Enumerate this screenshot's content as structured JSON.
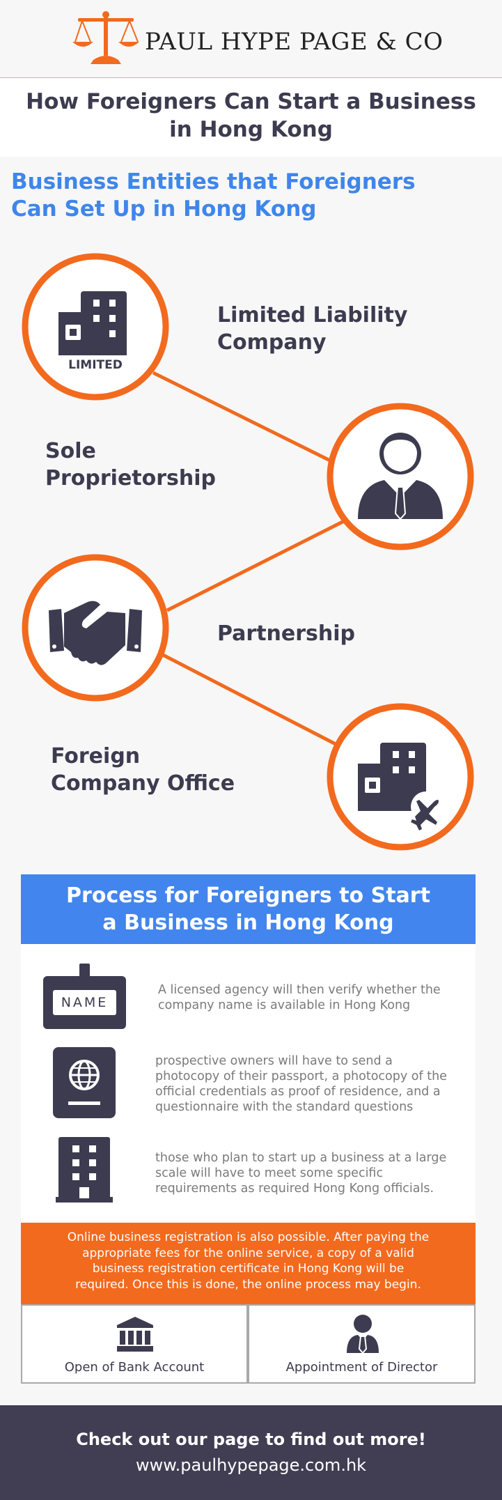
{
  "header": {
    "brand": "PAUL HYPE PAGE & CO"
  },
  "page": {
    "title_line1": "How Foreigners Can Start a Business",
    "title_line2": "in Hong Kong"
  },
  "entities": {
    "title_line1": "Business Entities that Foreigners",
    "title_line2": "Can Set Up in Hong Kong",
    "limited_badge": "LIMITED",
    "items": [
      {
        "line1": "Limited Liability",
        "line2": "Company"
      },
      {
        "line1": "Sole",
        "line2": "Proprietorship"
      },
      {
        "line1": "Partnership",
        "line2": ""
      },
      {
        "line1": "Foreign",
        "line2": "Company Office"
      }
    ]
  },
  "process": {
    "title_line1": "Process for Foreigners to Start",
    "title_line2": "a Business in Hong Kong",
    "name_badge": "NAME",
    "steps": [
      {
        "lines": [
          "A licensed agency will then verify whether the",
          "company name is available in Hong Kong"
        ]
      },
      {
        "lines": [
          "prospective owners will have to send a",
          "photocopy of their passport, a photocopy of the",
          "official credentials as proof of residence, and a",
          "questionnaire with the standard questions"
        ]
      },
      {
        "lines": [
          "those who plan to start up a business at a large",
          "scale will have to meet some specific",
          "requirements as required Hong Kong officials."
        ]
      }
    ],
    "online_lines": [
      "Online business registration is also possible. After paying the",
      "appropriate fees for the online service, a copy of a valid",
      "business registration certificate in Hong Kong will be",
      "required. Once this is done, the online process may begin."
    ],
    "bank_label": "Open of Bank Account",
    "director_label": "Appointment of Director"
  },
  "footer": {
    "cta": "Check out our page to find out more!",
    "url": "www.paulhypepage.com.hk"
  },
  "colors": {
    "orange": "#f26a1e",
    "blue": "#4285ee",
    "dark": "#3d3b4f"
  }
}
